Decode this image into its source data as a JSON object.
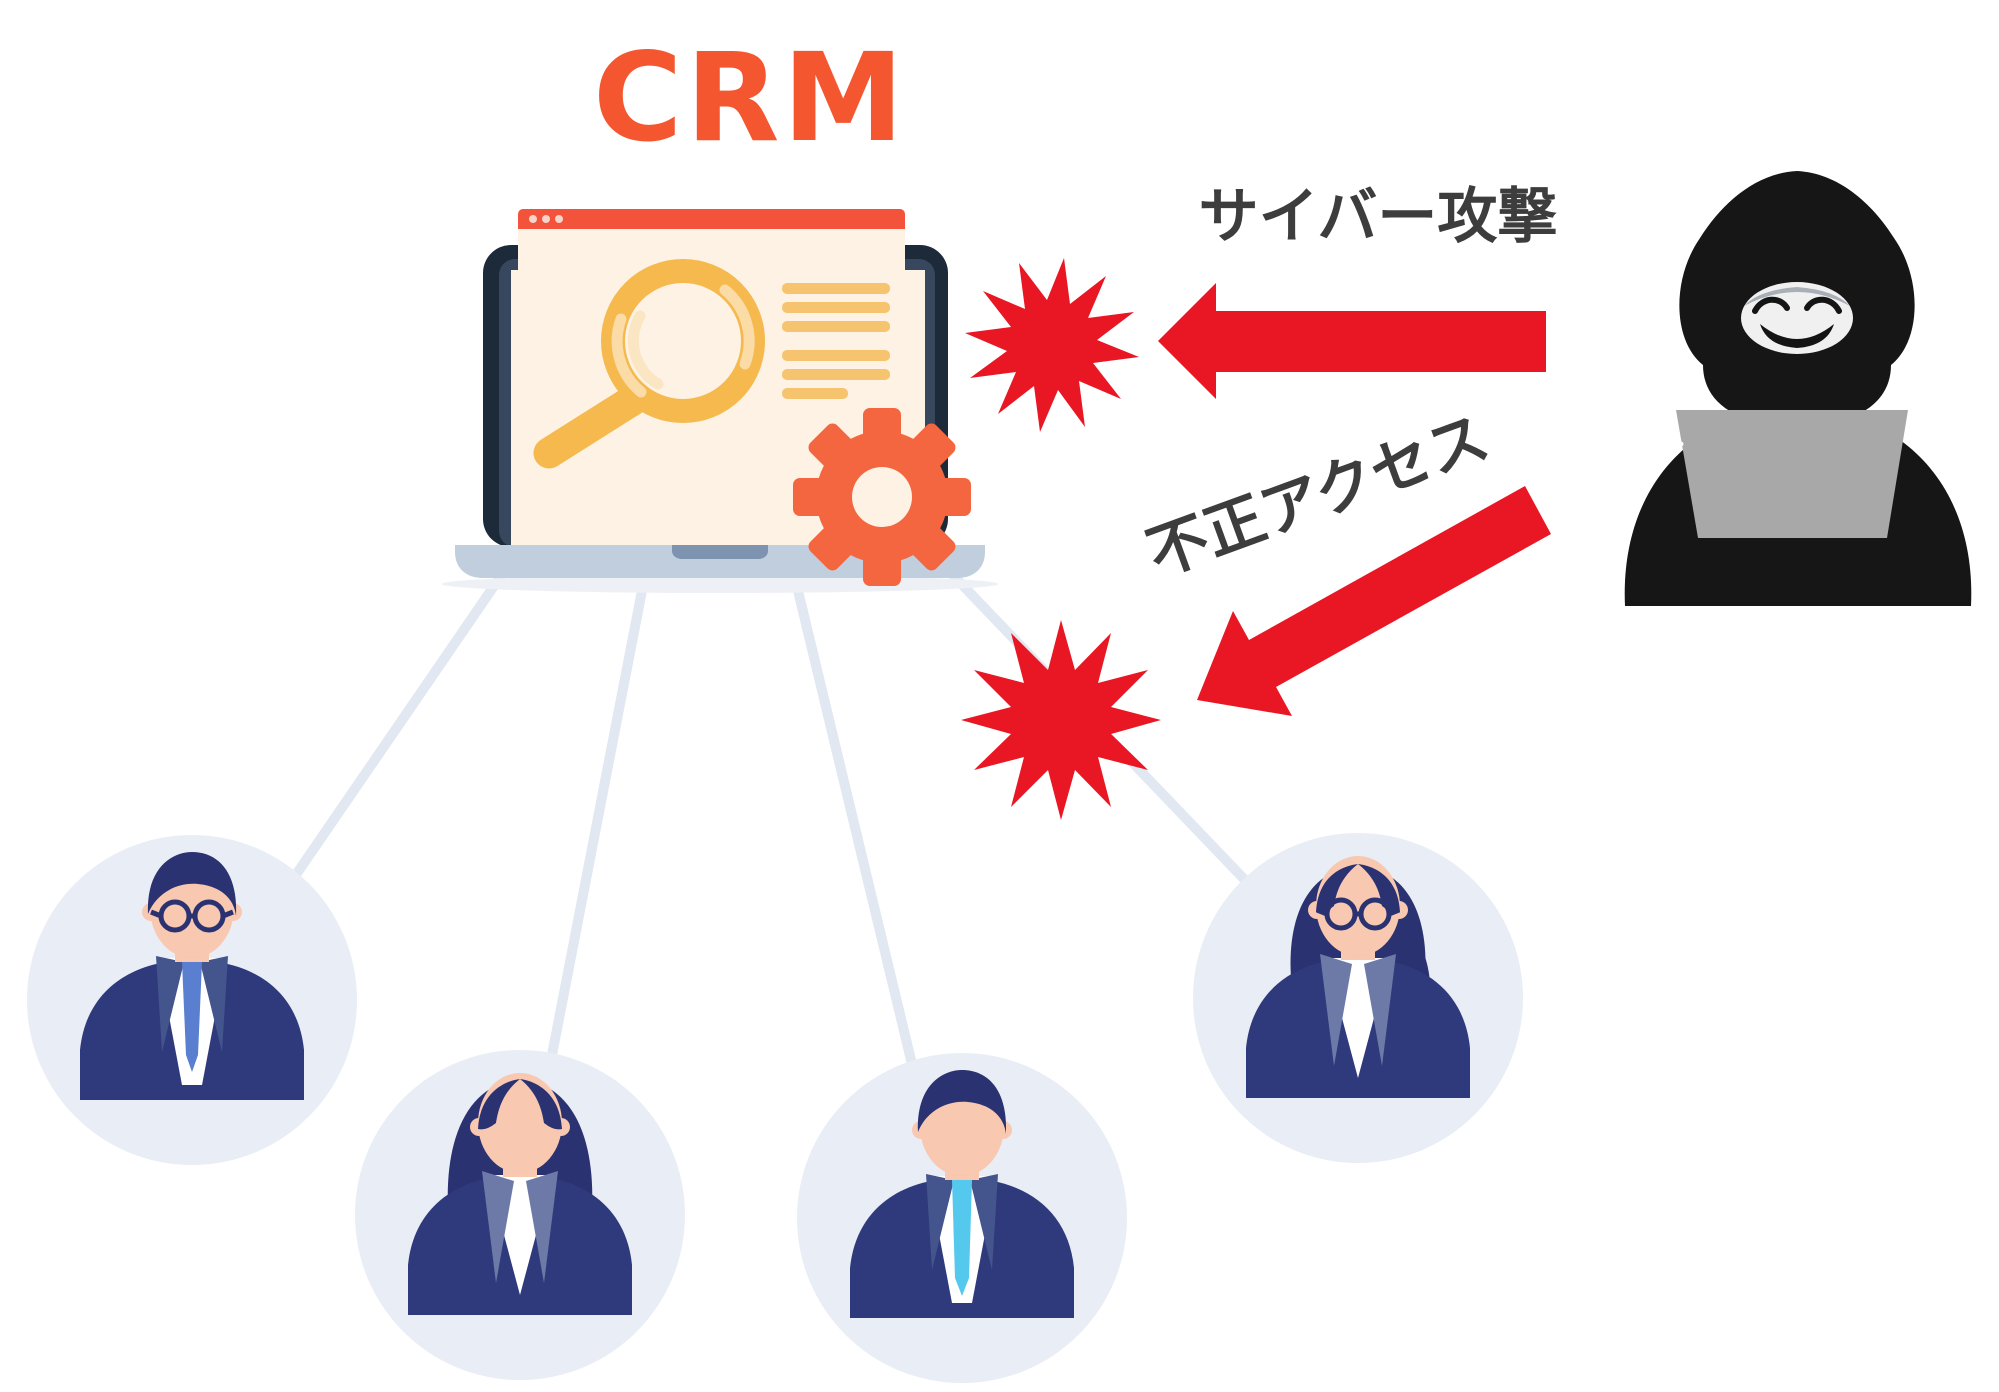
{
  "title": {
    "text": "CRM"
  },
  "annotations": {
    "cyber_attack": "サイバー攻撃",
    "unauthorized_access": "不正アクセス"
  },
  "icons": {
    "crm_window": "browser-window-icon",
    "magnifier": "magnifying-glass-icon",
    "gear": "gear-icon",
    "burst": "explosion-burst-icon",
    "arrow": "attack-arrow-icon",
    "hacker": "hooded-hacker-icon",
    "user": "user-avatar-icon",
    "laptop": "laptop-icon"
  },
  "figures": {
    "avatars": [
      {
        "id": "user-1",
        "description": "man with glasses in navy suit and blue tie"
      },
      {
        "id": "user-2",
        "description": "woman with long dark hair in navy jacket"
      },
      {
        "id": "user-3",
        "description": "man in navy suit with light blue tie"
      },
      {
        "id": "user-4",
        "description": "woman with glasses and side ponytail in navy jacket"
      }
    ],
    "hacker": {
      "description": "hooded hacker grinning behind gray laptop"
    }
  },
  "colors": {
    "title": "#f4562f",
    "attack_red": "#e81723",
    "label_text": "#3d3d3d",
    "browser_bar": "#f3533b",
    "browser_dots": "#f7d3c9",
    "screen_bg": "#fdf2e4",
    "accent_gold": "#f5b94e",
    "accent_gold_light": "#fbdca6",
    "lens_highlight": "#fae6c2",
    "content_line": "#f6c46e",
    "gear": "#f4663f",
    "laptop_frame": "#1d2a39",
    "laptop_frame_inner": "#37485e",
    "laptop_base": "#c0cedd",
    "base_notch": "#7e93b0",
    "base_shadow": "#edf0f5",
    "connector": "#e2e8f1",
    "avatar_bg": "#e9edf5",
    "navy": "#2b3272",
    "suit_navy": "#2e3a7c",
    "lapel_dark": "#44548c",
    "lapel_light": "#6d7aa8",
    "skin": "#f8c8b0",
    "skin_shadow": "#f0ab94",
    "tie_blue": "#5b7fd0",
    "tie_cyan": "#55c8ee",
    "shirt": "#ffffff",
    "hacker_black": "#161616",
    "hacker_face": "#f0f0f0",
    "hacker_hood_shadow": "#a9afb6",
    "hacker_laptop": "#a8a8a8"
  }
}
